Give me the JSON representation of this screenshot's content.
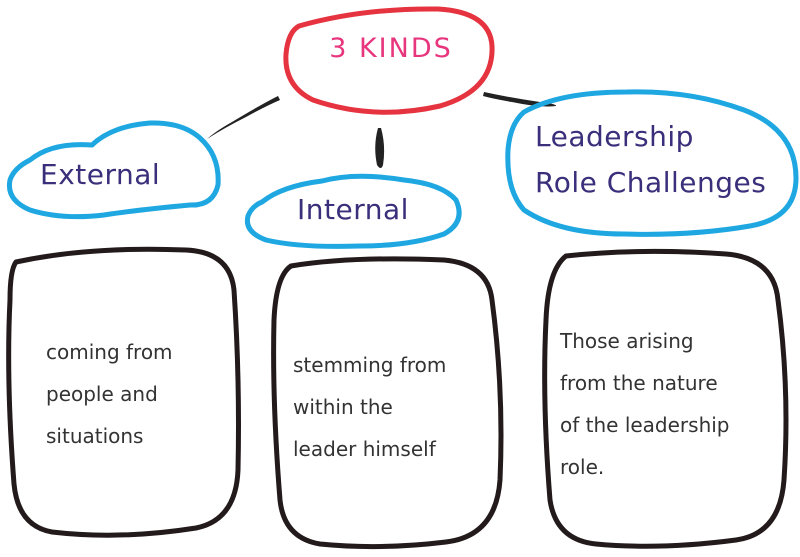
{
  "root": {
    "label": "3 KINDS"
  },
  "categories": [
    {
      "id": "external",
      "label": "External",
      "description": [
        "coming from",
        "people and",
        "situations"
      ]
    },
    {
      "id": "internal",
      "label": "Internal",
      "description": [
        "stemming from",
        "within the",
        "leader himself"
      ]
    },
    {
      "id": "leadership",
      "label_lines": [
        "Leadership",
        "Role Challenges"
      ],
      "description": [
        "Those arising",
        "from the nature",
        "of the leadership",
        "role."
      ]
    }
  ],
  "colors": {
    "root_outline": "#e63340",
    "root_text": "#e8367e",
    "category_outline": "#1ea7e1",
    "category_text": "#3a2f7a",
    "box_outline": "#231a1c",
    "connector": "#222222",
    "body_text": "#333333"
  }
}
